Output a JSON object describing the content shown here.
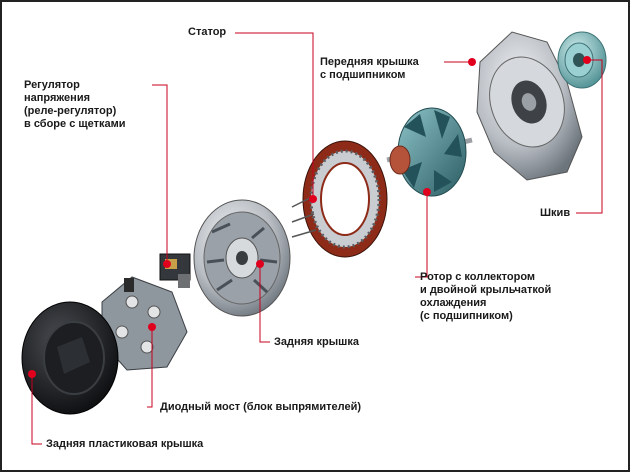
{
  "labels": {
    "stator": "Статор",
    "front_cover": "Передняя крышка\nс подшипником",
    "regulator": "Регулятор\nнапряжения\n(реле-регулятор)\nв сборе с щетками",
    "pulley": "Шкив",
    "rotor": "Ротор с коллектором\nи двойной крыльчаткой\nохлаждения\n(с подшипником)",
    "rear_cover": "Задняя крышка",
    "diode_bridge": "Диодный мост (блок выпрямителей)",
    "rear_plastic_cover": "Задняя пластиковая крышка"
  },
  "colors": {
    "leader_line": "#c8001e",
    "marker": "#e0001e",
    "metal_light": "#c9ccd0",
    "metal_dark": "#5d6670",
    "copper": "#a2331c",
    "rotor_green": "#3f7a82",
    "pulley_teal": "#6fb0b2"
  }
}
